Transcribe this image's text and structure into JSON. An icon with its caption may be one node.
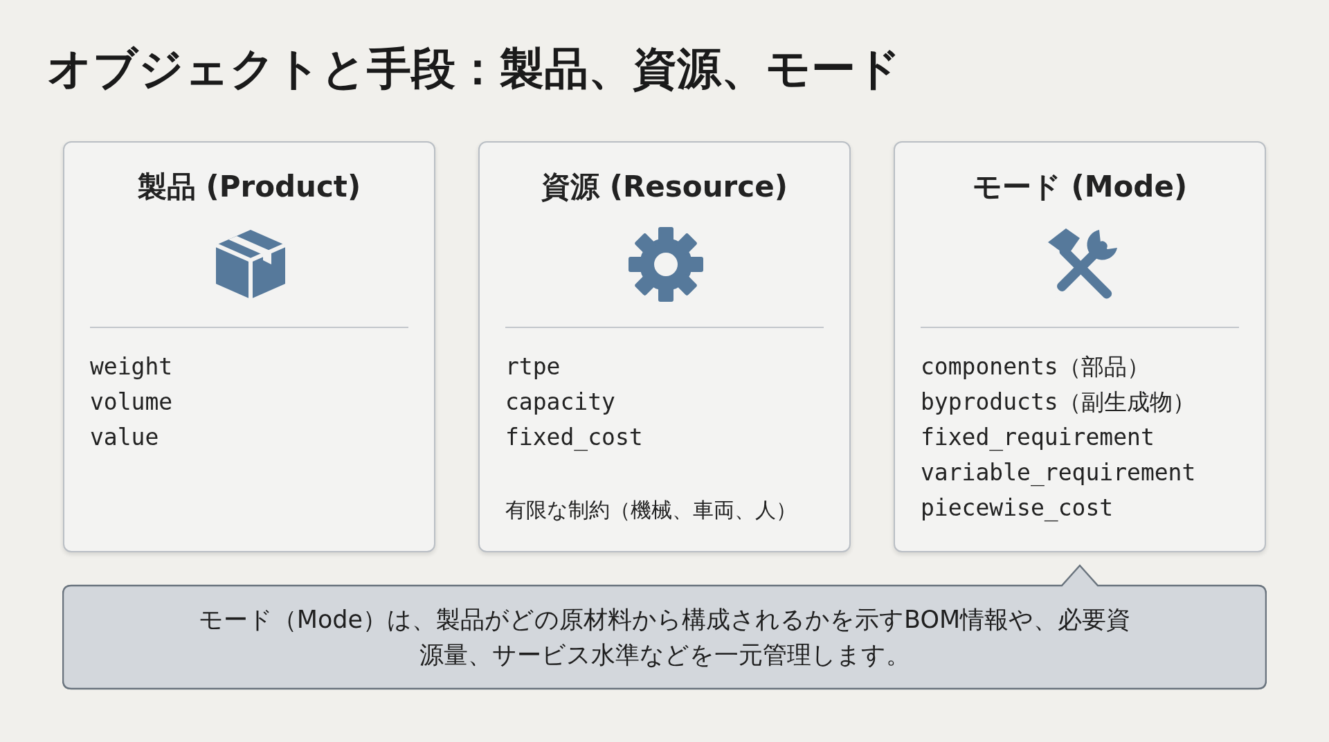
{
  "diagram": {
    "title": "オブジェクトと手段：製品、資源、モード",
    "nodes": [
      {
        "text": [
          "製品 (Product)",
          "weight",
          "volume",
          "value"
        ]
      },
      {
        "text": [
          "資源 (Resource)",
          "rtpe",
          "capacity",
          "fixed_cost",
          "有限な制約（機械、車両、人）"
        ]
      },
      {
        "text": [
          "モード (Mode)",
          "components（部品）",
          "byproducts（副生成物）",
          "fixed_requirement",
          "variable_requirement",
          "piecewise_cost"
        ]
      },
      {
        "text": [
          "モード（Mode）は、製品がどの原材料から構成されるかを示すBOM情報や、必要資源量、サービス水準などを一元管理します。"
        ]
      }
    ]
  }
}
